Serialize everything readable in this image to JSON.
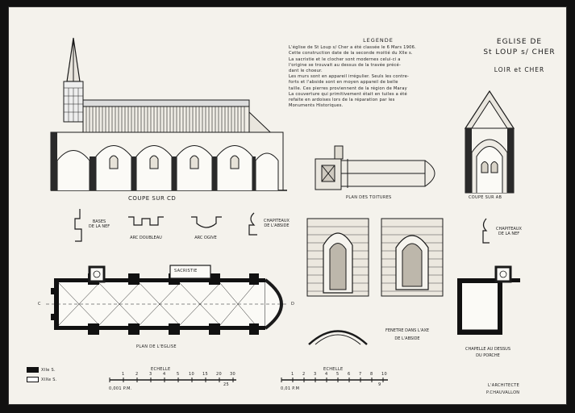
{
  "title_block": {
    "line1": "EGLISE DE",
    "line2": "St LOUP s/ CHER",
    "line3": "LOIR et CHER"
  },
  "legend": {
    "title": "LEGENDE",
    "lines": [
      "L'église de St Loup s/ Cher a été classée le 6 Mars 1906.",
      "Cette construction date de la seconde moitié du XIIe s.",
      "La sacristie et le clocher sont modernes celui-ci a",
      "l'origine se trouvait au dessus de la travée précé-",
      "dant le choeur.",
      "Les murs sont en appareil irrégulier. Seuls les contre-",
      "forts et l'abside sont en moyen appareil de belle",
      "taille. Ces pierres proviennent de la région de Maray",
      "La couverture qui primitivement était en tuiles a été",
      "refaite en ardoises lors de la réparation par les",
      "Monuments Historiques."
    ]
  },
  "labels": {
    "coupe_cd": "COUPE SUR CD",
    "plan_toitures": "PLAN DES TOITURES",
    "coupe_ab": "COUPE SUR AB",
    "bases": [
      "BASES",
      "DE LA NEF"
    ],
    "arc_doubleau": "ARC DOUBLEAU",
    "arc_ogive": "ARC OGIVE",
    "chapiteaux_abside": [
      "CHAPITEAUX",
      "DE L'ABSIDE"
    ],
    "chapiteaux_nef": [
      "CHAPITEAUX",
      "DE LA NEF"
    ],
    "plan_eglise": "PLAN DE L'EGLISE",
    "sacristie": "SACRISTIE",
    "fenetre": [
      "FENETRE DANS L'AXE",
      "DE L'ABSIDE"
    ],
    "chapelle": [
      "CHAPELLE AU DESSUS",
      "DU PORCHE"
    ],
    "echelle": "ECHELLE",
    "scale_left_unit": "0,001 P.M.",
    "scale_right_unit": "0,01 P.M",
    "key_12": "XIIe S.",
    "key_19": "XIXe S.",
    "architect_line1": "L'ARCHITECTE",
    "architect_line2": "P.CHAUVALLON",
    "section_c": "C",
    "section_d": "D"
  },
  "scale_left_ticks": [
    "1",
    "2",
    "3",
    "4",
    "5",
    "10",
    "15",
    "20",
    "25",
    "30"
  ],
  "scale_right_ticks": [
    "1",
    "2",
    "3",
    "4",
    "5",
    "6",
    "7",
    "8",
    "9",
    "10"
  ],
  "colors": {
    "ink": "#1a1a1a",
    "paper": "#f4f2ec",
    "border": "#111111"
  }
}
